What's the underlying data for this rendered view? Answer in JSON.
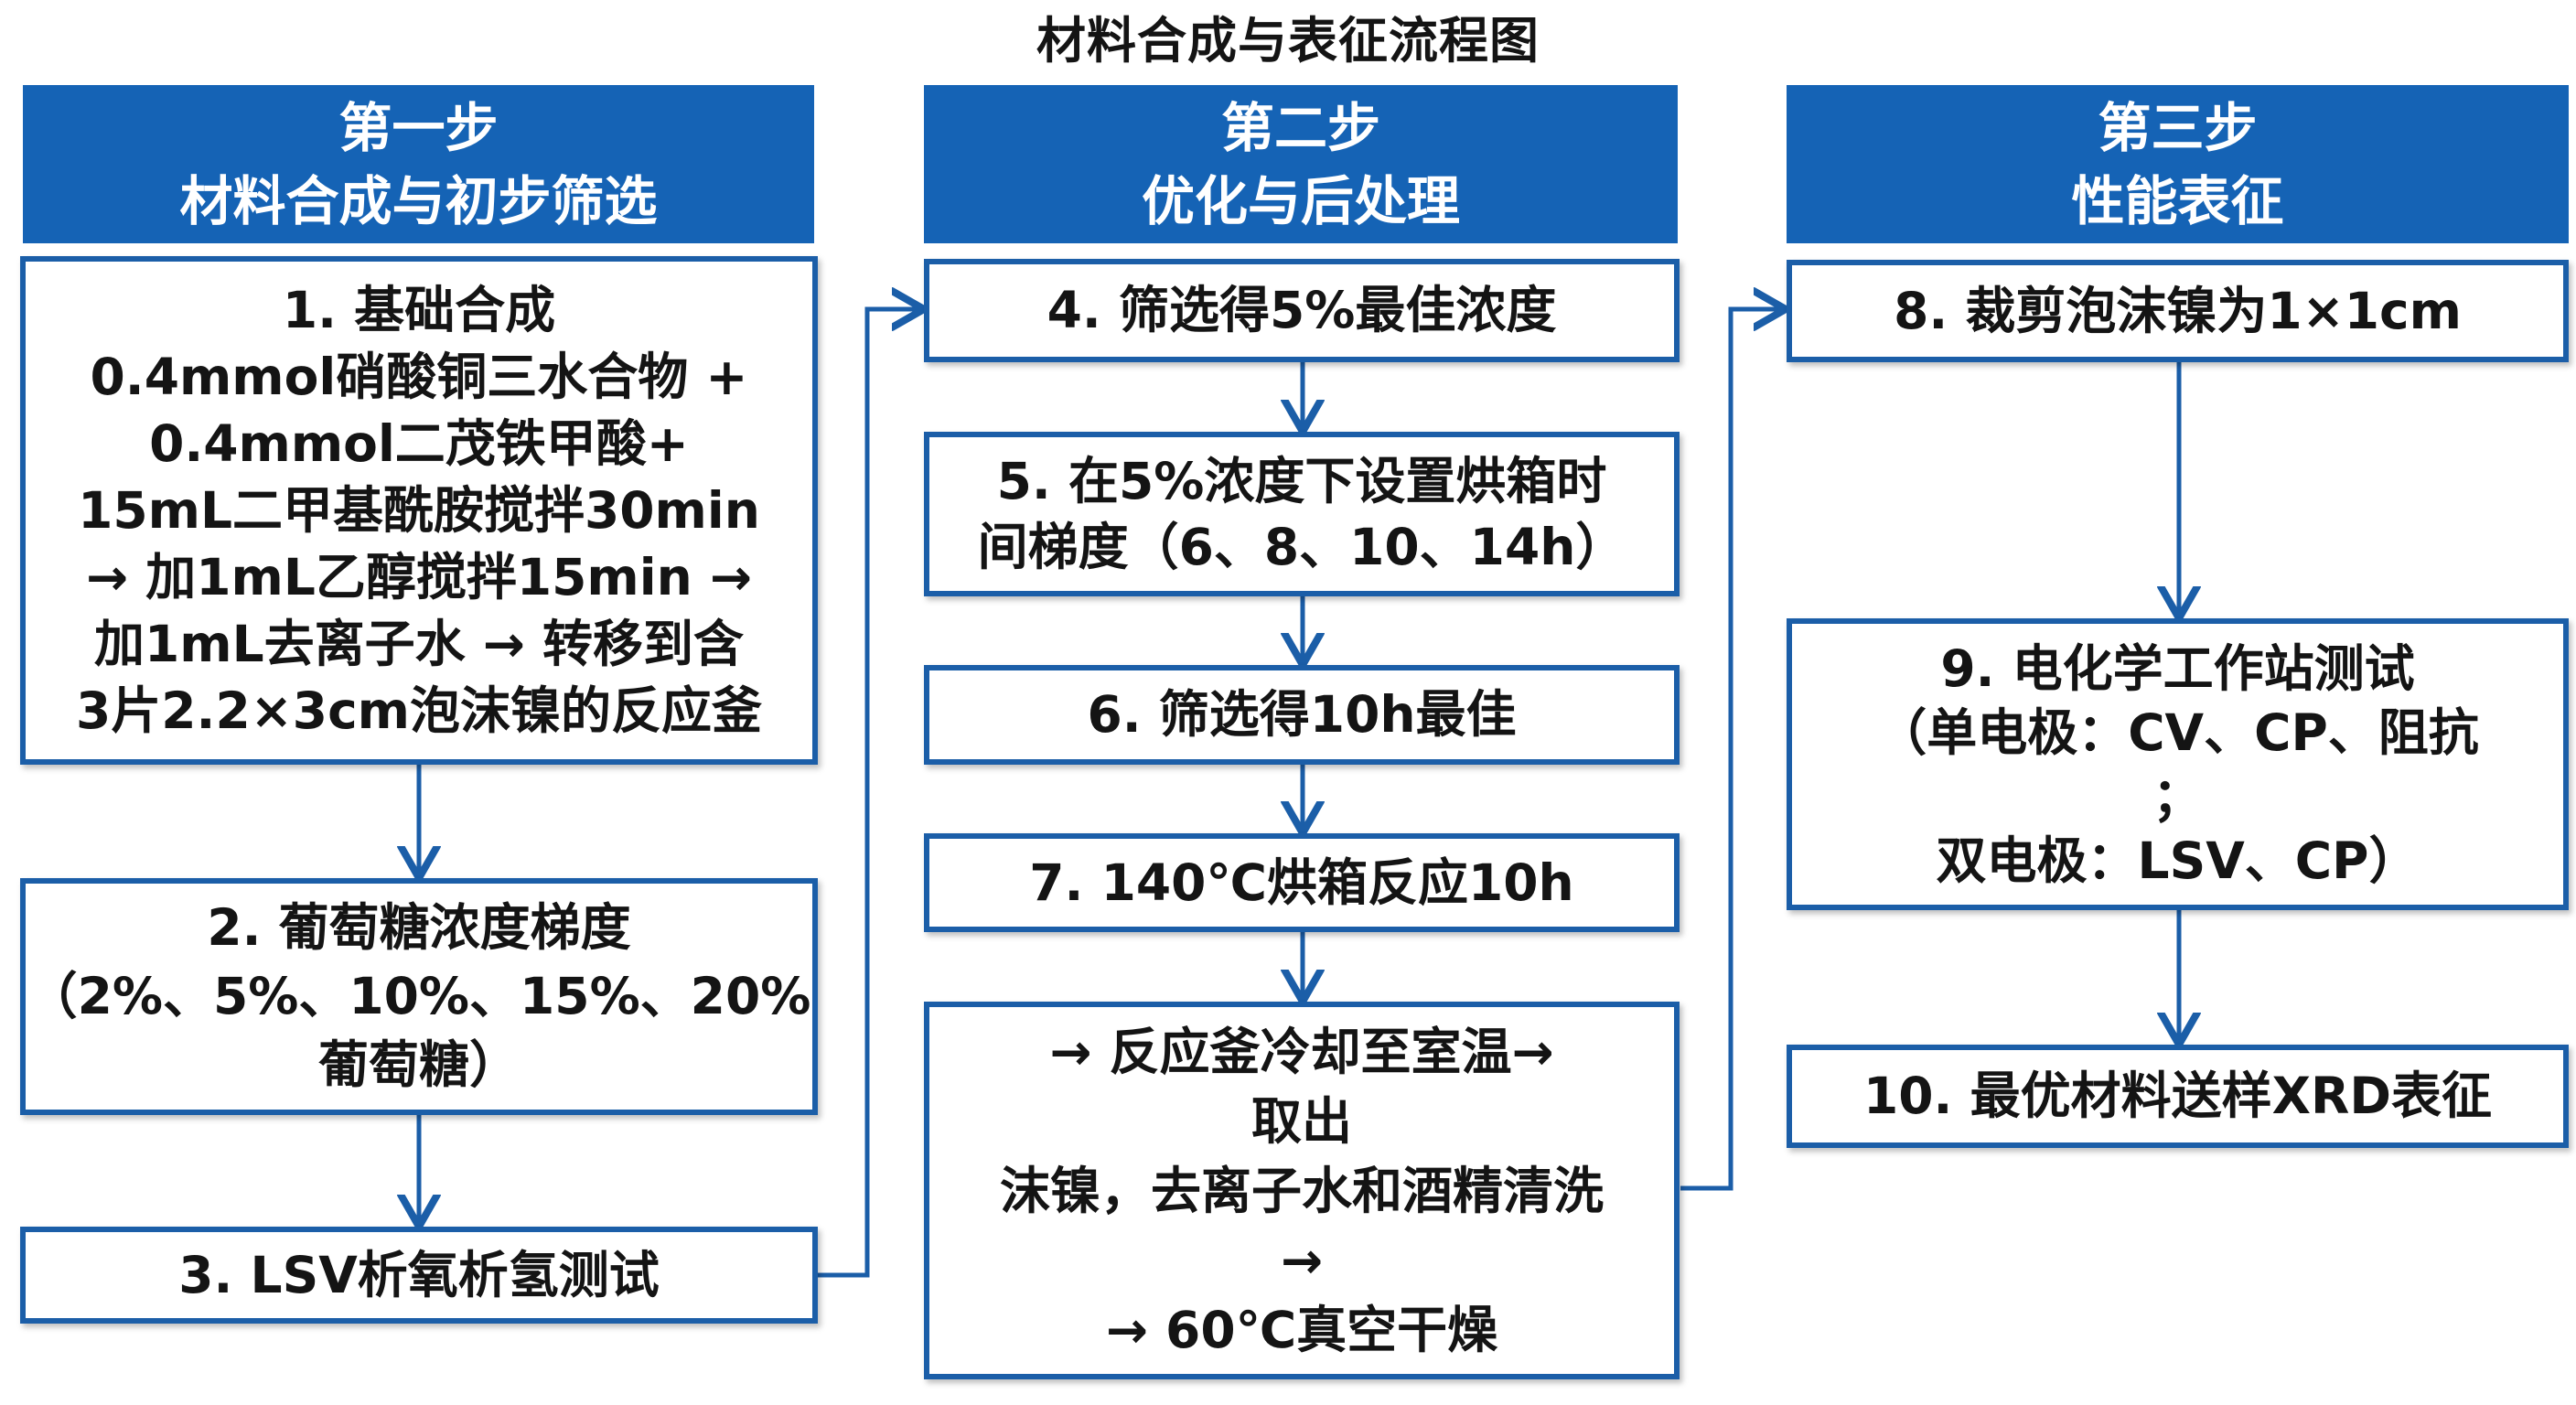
{
  "title": "材料合成与表征流程图",
  "colors": {
    "header_bg": "#1563b5",
    "box_border": "#1b5ea8",
    "arrow": "#1b5ea8",
    "text": "#141414"
  },
  "steps": [
    {
      "label": "第一步",
      "subtitle": "材料合成与初步筛选"
    },
    {
      "label": "第二步",
      "subtitle": "优化与后处理"
    },
    {
      "label": "第三步",
      "subtitle": "性能表征"
    }
  ],
  "nodes": {
    "n1": [
      "1. 基础合成",
      "0.4mmol硝酸铜三水合物 +",
      "0.4mmol二茂铁甲酸+",
      "15mL二甲基酰胺搅拌30min",
      "→ 加1mL乙醇搅拌15min →",
      "加1mL去离子水 → 转移到含",
      "3片2.2×3cm泡沫镍的反应釜"
    ],
    "n2": [
      "2. 葡萄糖浓度梯度",
      "（2%、5%、10%、15%、20%",
      "葡萄糖）"
    ],
    "n3": [
      "3. LSV析氧析氢测试"
    ],
    "n4": [
      "4. 筛选得5%最佳浓度"
    ],
    "n5": [
      "5. 在5%浓度下设置烘箱时",
      "间梯度（6、8、10、14h）"
    ],
    "n6": [
      "6. 筛选得10h最佳"
    ],
    "n7": [
      "7. 140℃烘箱反应10h"
    ],
    "n7b": [
      "→ 反应釜冷却至室温→",
      "取出",
      "沫镍，去离子水和酒精清洗",
      "→",
      "→ 60℃真空干燥"
    ],
    "n8": [
      "8. 裁剪泡沫镍为1×1cm"
    ],
    "n9": [
      "9. 电化学工作站测试",
      "（单电极：CV、CP、阻抗",
      "；",
      "双电极：LSV、CP）"
    ],
    "n10": [
      "10. 最优材料送样XRD表征"
    ]
  }
}
